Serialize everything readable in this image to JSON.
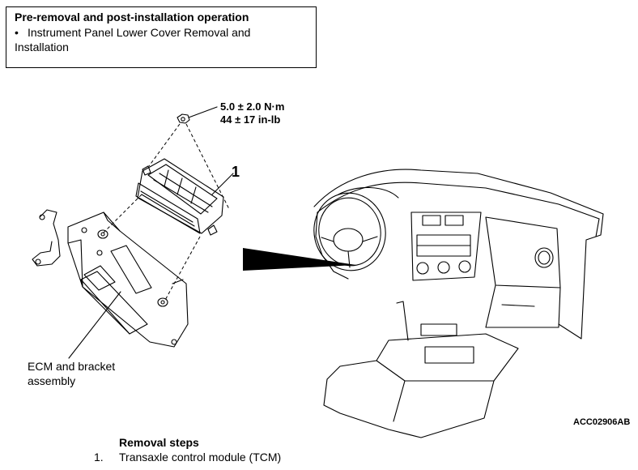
{
  "pre_removal": {
    "title": "Pre-removal and post-installation operation",
    "bullet": "•",
    "item": "Instrument Panel Lower Cover Removal and Installation"
  },
  "torque": {
    "metric": "5.0 ± 2.0 N·m",
    "imperial": "44 ± 17 in-lb"
  },
  "callout": "1",
  "ecm_label": {
    "line1": "ECM and bracket",
    "line2": "assembly"
  },
  "figure_code": "ACC02906AB",
  "removal": {
    "title": "Removal steps",
    "steps": [
      {
        "num": "1.",
        "text": "Transaxle control module (TCM)"
      }
    ]
  }
}
